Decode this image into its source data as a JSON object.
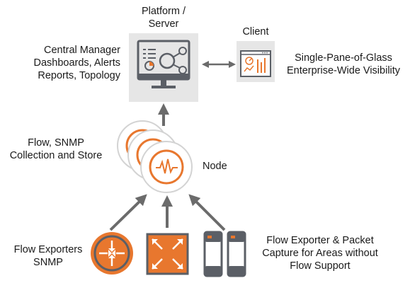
{
  "platform": {
    "title_lines": [
      "Platform /",
      "Server"
    ]
  },
  "central": {
    "lines": [
      "Central Manager",
      "Dashboards, Alerts",
      "Reports, Topology"
    ]
  },
  "client": {
    "title": "Client"
  },
  "visibility": {
    "lines": [
      "Single-Pane-of-Glass",
      "Enterprise-Wide Visibility"
    ]
  },
  "collection": {
    "lines": [
      "Flow, SNMP",
      "Collection and Store"
    ]
  },
  "node": {
    "label": "Node"
  },
  "exporters": {
    "lines": [
      "Flow Exporters",
      "SNMP"
    ]
  },
  "packet": {
    "lines": [
      "Flow Exporter & Packet",
      "Capture for Areas without",
      "Flow Support"
    ]
  },
  "colors": {
    "orange": "#e8772e",
    "gray": "#5b5f66",
    "panel": "#e6e6e6",
    "arrow": "#6b6b6b"
  }
}
